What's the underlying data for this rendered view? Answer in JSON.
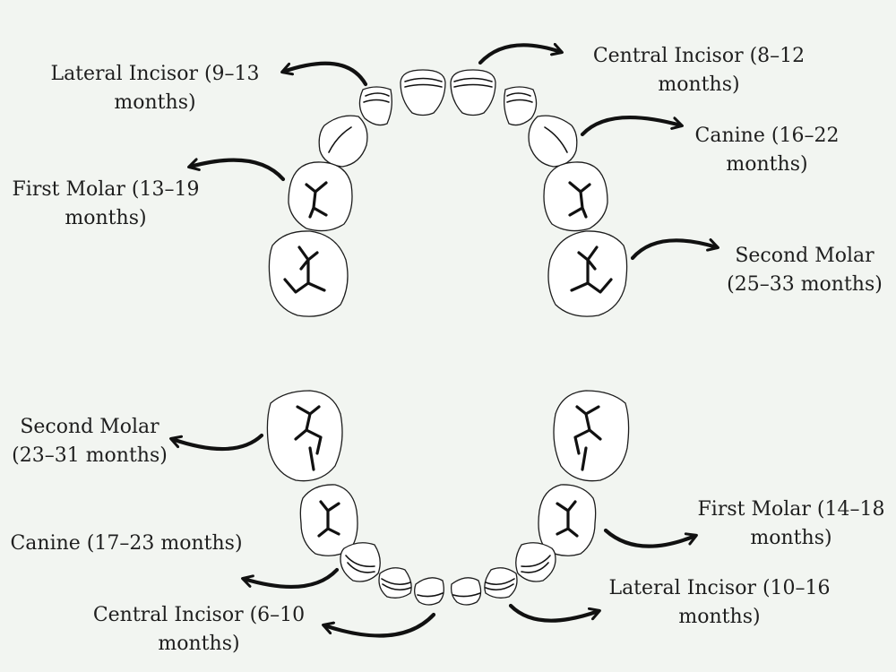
{
  "upper_arch": {
    "central_incisor": [
      "Central Incisor (8–12",
      "months)"
    ],
    "lateral_incisor": [
      "Lateral Incisor (9–13",
      "months)"
    ],
    "canine": [
      "Canine (16–22",
      "months)"
    ],
    "first_molar": [
      "First Molar (13–19",
      "months)"
    ],
    "second_molar": [
      "Second Molar",
      "(25–33 months)"
    ]
  },
  "lower_arch": {
    "second_molar": [
      "Second Molar",
      "(23–31 months)"
    ],
    "first_molar": [
      "First Molar (14–18",
      "months)"
    ],
    "canine": [
      "Canine (17–23 months)"
    ],
    "lateral_incisor": [
      "Lateral Incisor (10–16",
      "months)"
    ],
    "central_incisor": [
      "Central Incisor (6–10",
      "months)"
    ]
  },
  "colors": {
    "background": "#f2f5f1",
    "tooth_fill": "#ffffff",
    "ink": "#111111"
  }
}
